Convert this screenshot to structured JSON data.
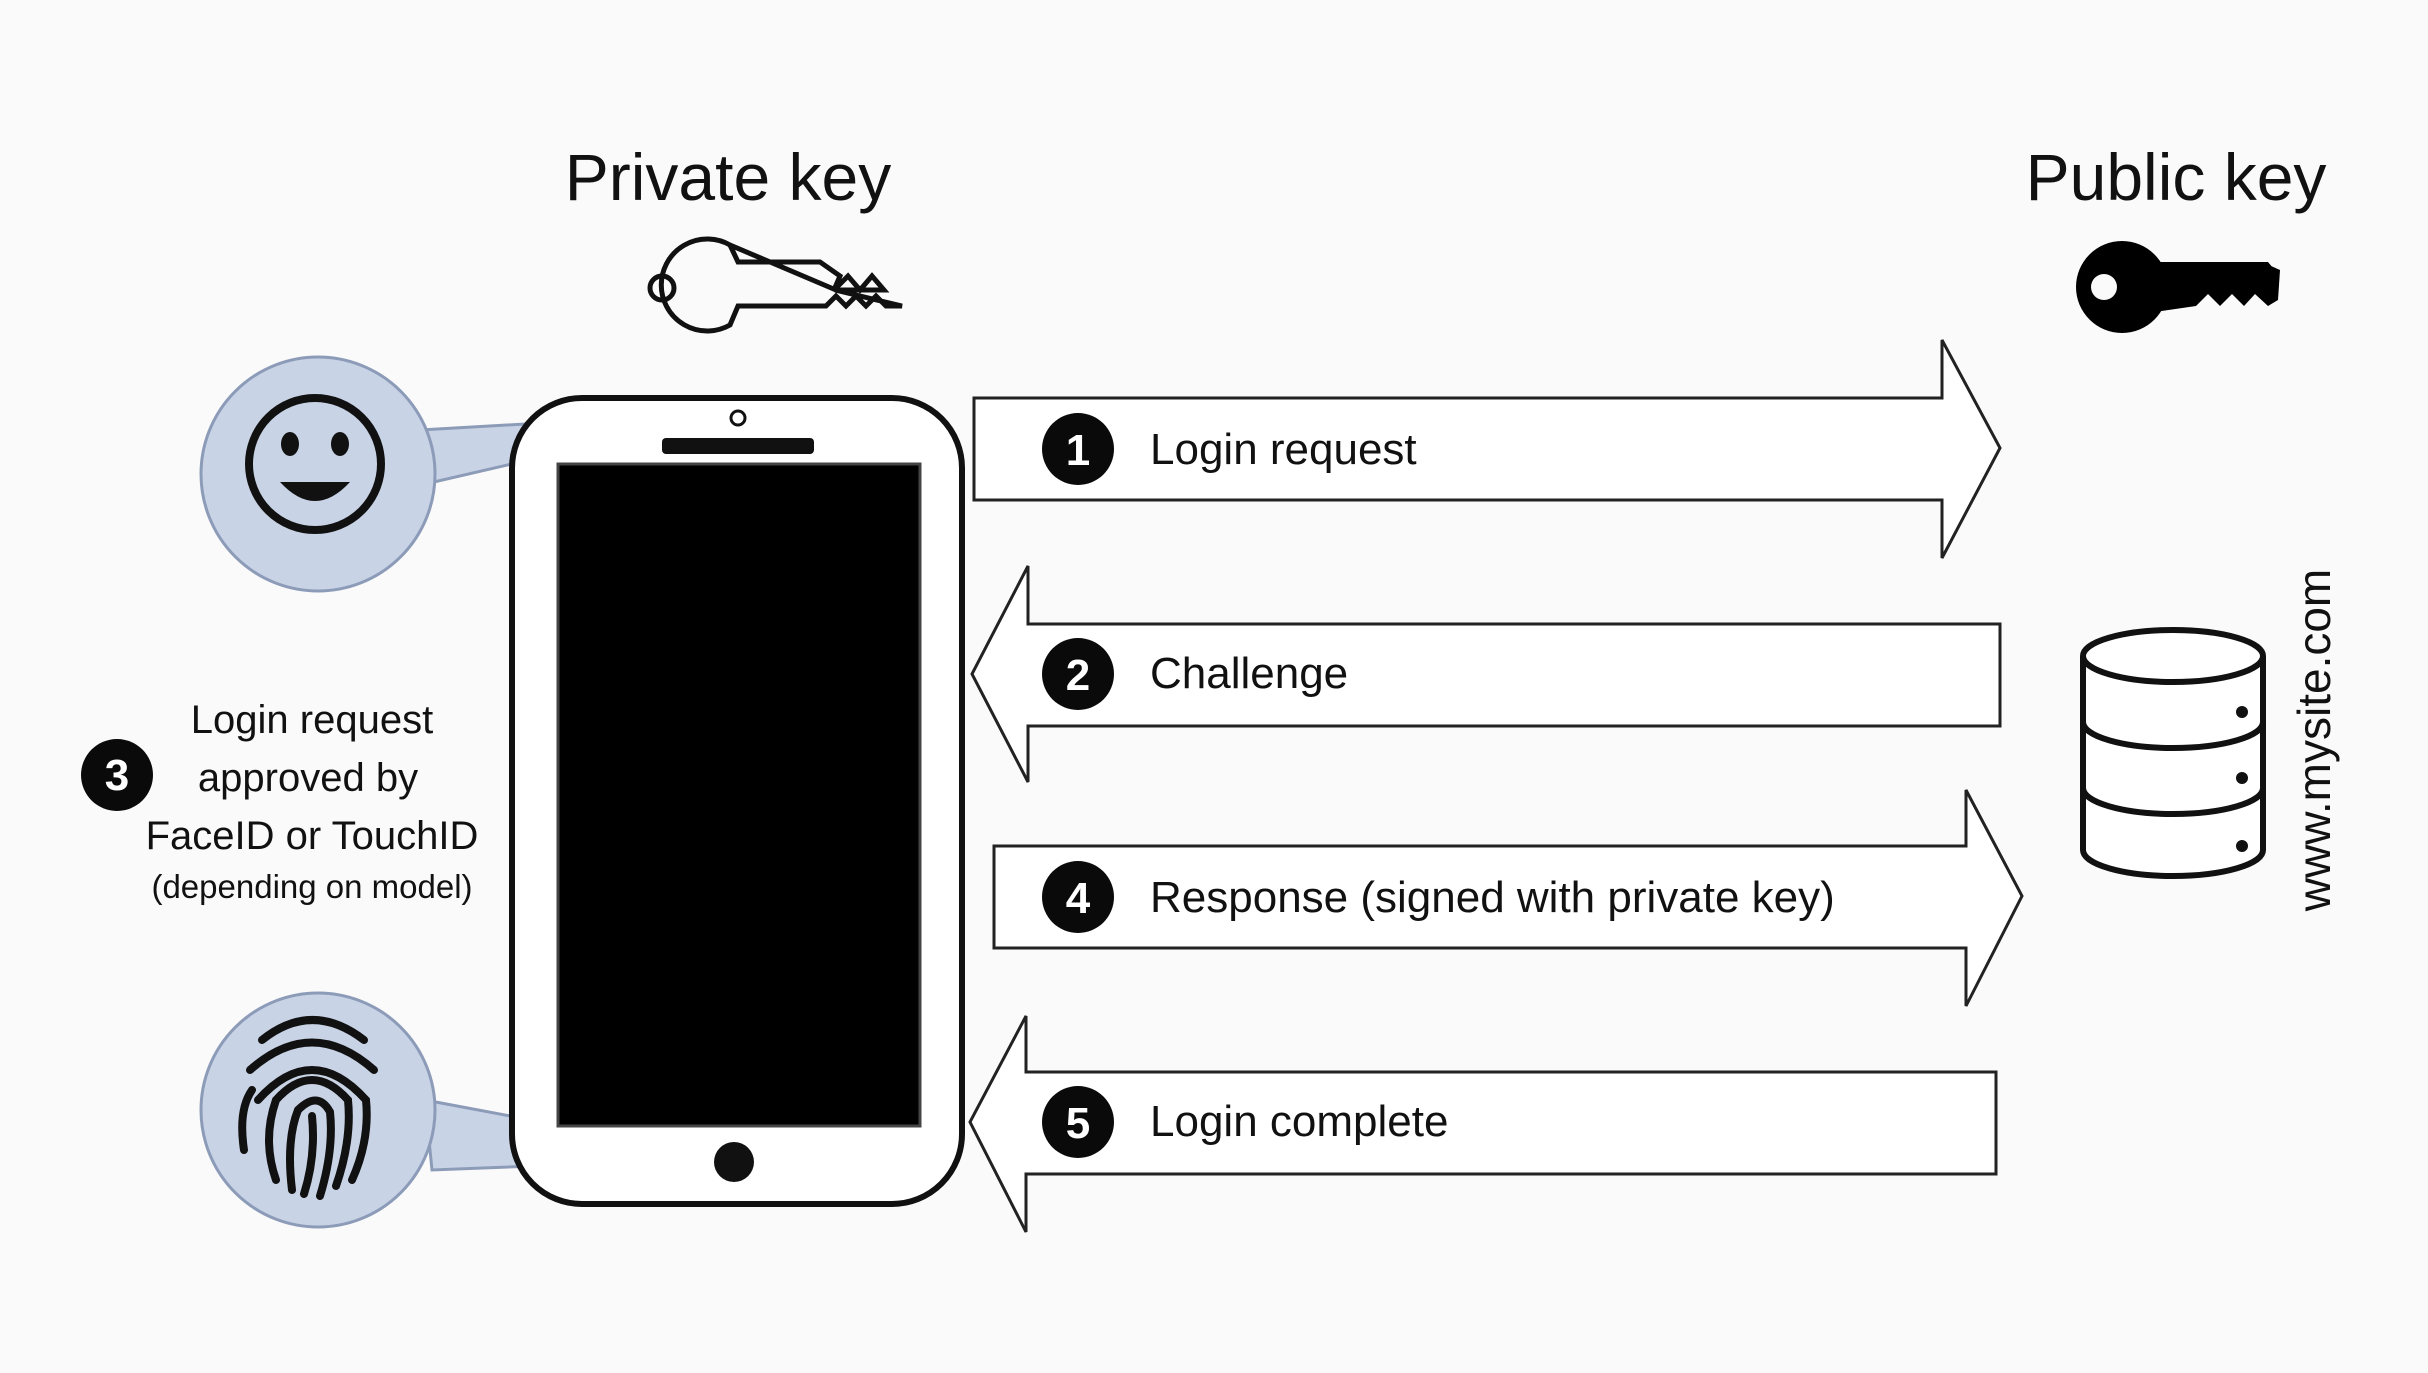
{
  "private_key": {
    "title": "Private key",
    "icon": "outline-key-icon"
  },
  "public_key": {
    "title": "Public key",
    "icon": "solid-key-icon"
  },
  "steps": [
    {
      "num": "1",
      "label": "Login request",
      "direction": "right"
    },
    {
      "num": "2",
      "label": "Challenge",
      "direction": "left"
    },
    {
      "num": "4",
      "label": "Response (signed with private key)",
      "direction": "right"
    },
    {
      "num": "5",
      "label": "Login complete",
      "direction": "left"
    }
  ],
  "auth_note": {
    "num": "3",
    "lines": [
      "Login request",
      "approved by",
      "FaceID or TouchID"
    ],
    "sub": "(depending on model)"
  },
  "server": {
    "label": "www.mysite.com",
    "icon": "database-icon"
  },
  "colors": {
    "bubble_fill": "#c9d3e6",
    "bubble_stroke": "#8c9bb8",
    "badge": "#0a0a0a",
    "screen": "#000000"
  }
}
